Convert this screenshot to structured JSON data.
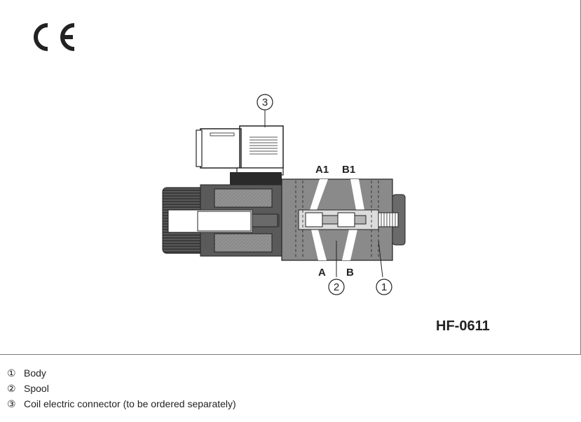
{
  "ce_mark": "CE",
  "model_code": "HF-0611",
  "ports": {
    "a1": "A1",
    "b1": "B1",
    "a": "A",
    "b": "B"
  },
  "callouts": {
    "c1": "1",
    "c2": "2",
    "c3": "3"
  },
  "legend": [
    {
      "num": "①",
      "text": "Body"
    },
    {
      "num": "②",
      "text": "Spool"
    },
    {
      "num": "③",
      "text": "Coil electric connector (to be ordered separately)"
    }
  ],
  "colors": {
    "dark": "#3a3a3a",
    "mid": "#8a8a8a",
    "light": "#c8c8c8",
    "hatch": "#555555"
  }
}
